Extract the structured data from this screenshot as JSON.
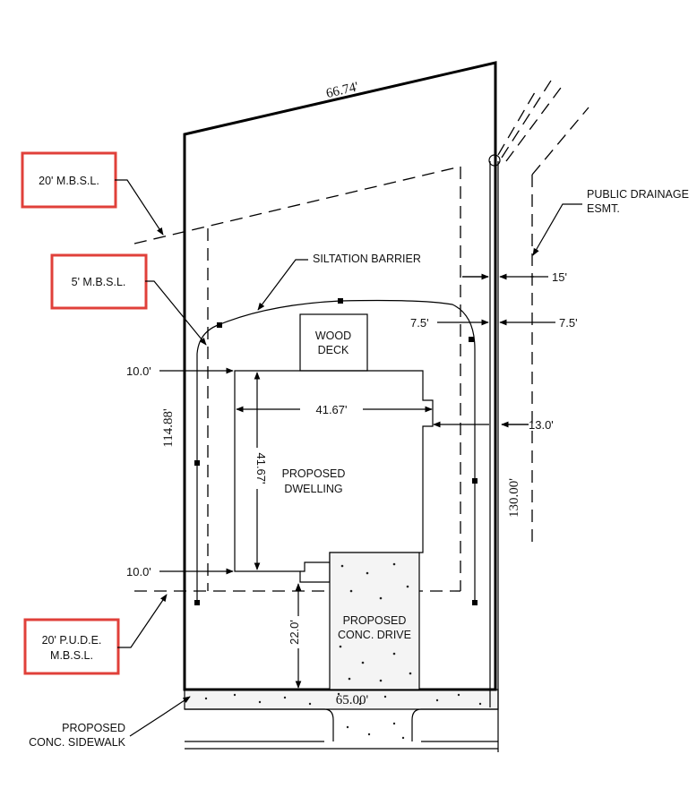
{
  "plan": {
    "top_boundary": "66.74'",
    "bottom_boundary": "65.00'",
    "left_boundary": "114.88'",
    "right_boundary": "130.00'",
    "mbsl_front": "20' M.B.S.L.",
    "mbsl_side": "5' M.B.S.L.",
    "pude_line1": "20' P.U.D.E.",
    "pude_line2": "M.B.S.L.",
    "siltation": "SILTATION BARRIER",
    "drainage_line1": "PUBLIC DRAINAGE",
    "drainage_line2": "ESMT.",
    "dim_15": "15'",
    "dim_7_5_left": "7.5'",
    "dim_7_5_right": "7.5'",
    "deck_line1": "WOOD",
    "deck_line2": "DECK",
    "dim_10_top": "10.0'",
    "dim_10_bottom": "10.0'",
    "house_width": "41.67'",
    "house_depth": "41.67'",
    "dim_13": "13.0'",
    "dwelling_line1": "PROPOSED",
    "dwelling_line2": "DWELLING",
    "dim_22": "22.0'",
    "drive_line1": "PROPOSED",
    "drive_line2": "CONC. DRIVE",
    "sidewalk_line1": "PROPOSED",
    "sidewalk_line2": "CONC. SIDEWALK"
  },
  "colors": {
    "highlight": "#e0403a",
    "ink": "#000000"
  }
}
